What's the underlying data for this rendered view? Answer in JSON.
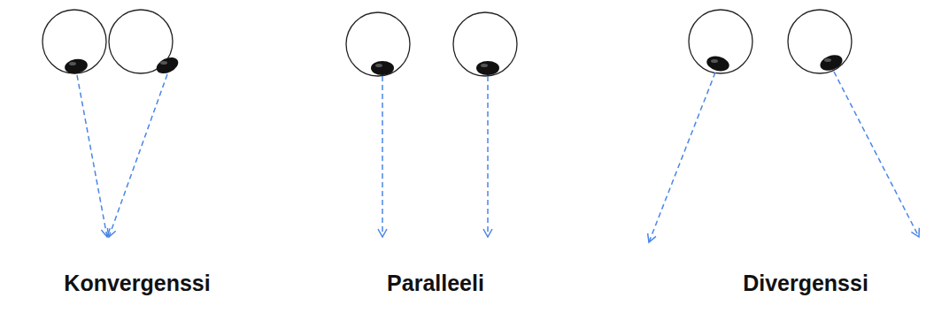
{
  "diagram": {
    "labels": [
      "Konvergenssi",
      "Paralleeli",
      "Divergenssi"
    ]
  }
}
